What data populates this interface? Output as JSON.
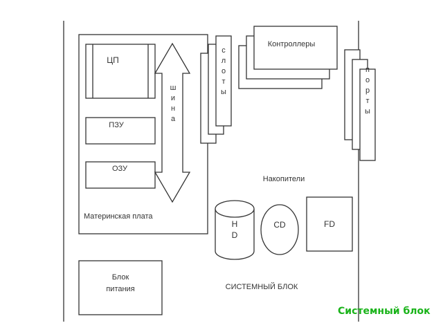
{
  "diagram": {
    "cpu": "ЦП",
    "rom": "ПЗУ",
    "ram": "ОЗУ",
    "bus": [
      "ш",
      "и",
      "н",
      "а"
    ],
    "motherboard": "Материнская плата",
    "slots": [
      "с",
      "л",
      "о",
      "т",
      "ы"
    ],
    "controllers": "Контроллеры",
    "ports": [
      "п",
      "о",
      "р",
      "т",
      "ы"
    ],
    "storage": "Накопители",
    "hd": [
      "H",
      "D"
    ],
    "cd": "CD",
    "fd": "FD",
    "power_line1": "Блок",
    "power_line2": "питания",
    "system_unit": "СИСТЕМНЫЙ БЛОК"
  },
  "caption": "Системный блок",
  "colors": {
    "line": "#333333",
    "caption": "#19b319"
  }
}
